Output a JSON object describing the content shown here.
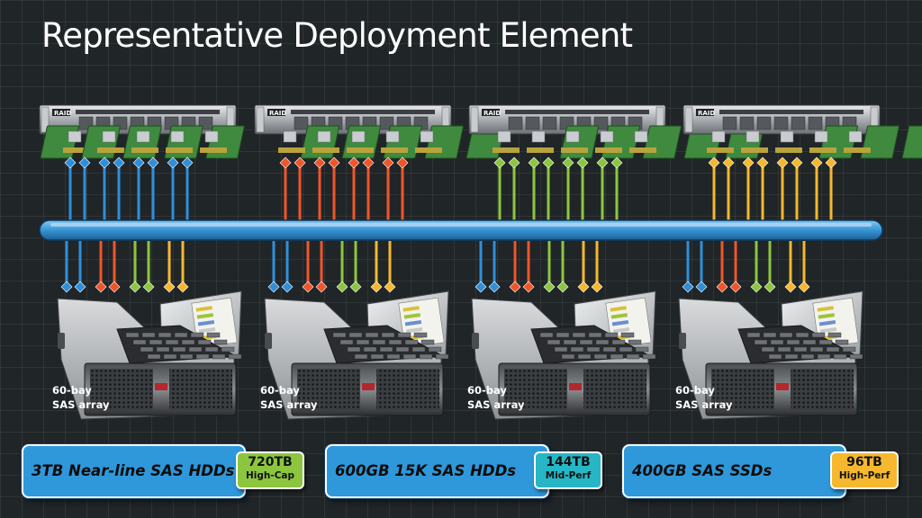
{
  "title": "Representative Deployment Element",
  "server_brand": "RAID",
  "port_colors": [
    "#2f8fd8",
    "#f0552a",
    "#8cc63f",
    "#f5b82e"
  ],
  "fabric_color": "#3a9ad9",
  "arrays": [
    {
      "label_line1": "60-bay",
      "label_line2": "SAS array"
    },
    {
      "label_line1": "60-bay",
      "label_line2": "SAS array"
    },
    {
      "label_line1": "60-bay",
      "label_line2": "SAS array"
    },
    {
      "label_line1": "60-bay",
      "label_line2": "SAS array"
    }
  ],
  "tiers": [
    {
      "name": "3TB Near-line SAS HDDs",
      "capacity": "720TB",
      "perf": "High-Cap",
      "badge_color": "#8cc63f"
    },
    {
      "name": "600GB 15K SAS HDDs",
      "capacity": "144TB",
      "perf": "Mid-Perf",
      "badge_color": "#27b6c6"
    },
    {
      "name": "400GB SAS SSDs",
      "capacity": "96TB",
      "perf": "High-Perf",
      "badge_color": "#f5b82e"
    }
  ]
}
